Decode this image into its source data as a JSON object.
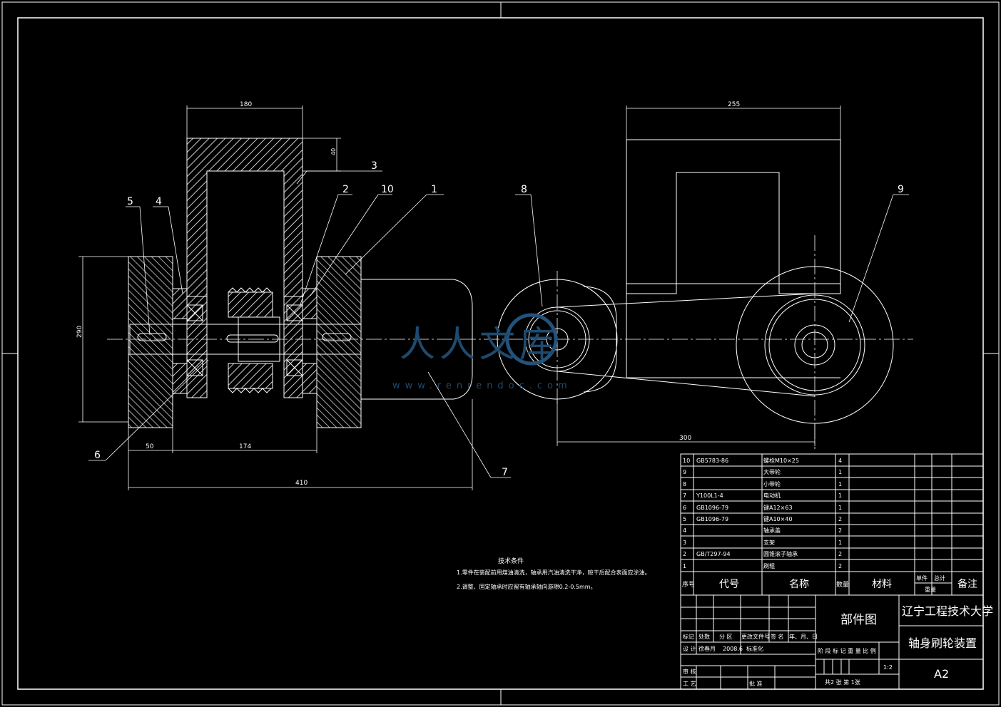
{
  "watermark": {
    "brand": "人人文库",
    "url": "www.renrendoc.com"
  },
  "dimensions": {
    "top_width_left": "180",
    "wall_thickness": "40",
    "height_left": "290",
    "left_gap": "50",
    "middle_span": "174",
    "overall_length": "410",
    "top_width_right": "255",
    "bottom_width_right": "300"
  },
  "callouts": [
    "1",
    "2",
    "3",
    "4",
    "5",
    "6",
    "7",
    "8",
    "9",
    "10"
  ],
  "tech_requirements": {
    "title": "技术条件",
    "items": [
      "1.零件在装配前用煤油清洗，轴承用汽油清洗干净，晾干后配合表面应涂油。",
      "2.调整、固定轴承时应留有轴承轴向游隙0.2-0.5mm。"
    ]
  },
  "bom": {
    "headers": {
      "no": "序号",
      "code": "代号",
      "name": "名称",
      "qty": "数量",
      "material": "材料",
      "unit_weight": "单件",
      "total_weight": "总计",
      "weight": "重量",
      "remark": "备注"
    },
    "rows": [
      {
        "no": "10",
        "code": "GB5783-86",
        "name": "螺栓M10×25",
        "qty": "4"
      },
      {
        "no": "9",
        "code": "",
        "name": "大带轮",
        "qty": "1"
      },
      {
        "no": "8",
        "code": "",
        "name": "小带轮",
        "qty": "1"
      },
      {
        "no": "7",
        "code": "Y100L1-4",
        "name": "电动机",
        "qty": "1"
      },
      {
        "no": "6",
        "code": "GB1096-79",
        "name": "键A12×63",
        "qty": "1"
      },
      {
        "no": "5",
        "code": "GB1096-79",
        "name": "键A10×40",
        "qty": "2"
      },
      {
        "no": "4",
        "code": "",
        "name": "轴承盖",
        "qty": "2"
      },
      {
        "no": "3",
        "code": "",
        "name": "支架",
        "qty": "1"
      },
      {
        "no": "2",
        "code": "GB/T297-94",
        "name": "圆锥滚子轴承",
        "qty": "2"
      },
      {
        "no": "1",
        "code": "",
        "name": "刷辊",
        "qty": "2"
      }
    ]
  },
  "title_block": {
    "drawing_type": "部件图",
    "school": "辽宁工程技术大学",
    "drawing_name": "轴身刷轮装置",
    "sheet_size": "A2",
    "scale": "1:2",
    "sheet_info": "共2 张  第 1张",
    "row_labels": [
      "标记",
      "处数",
      "分 区",
      "更改文件号",
      "签 名",
      "年、月、日"
    ],
    "design_label": "设 计",
    "designer": "徐春月",
    "design_date": "2008.6",
    "standard_label": "标准化",
    "stage_labels": "阶 段 标 记    重 量   比 例",
    "review_label": "审 核",
    "process_label": "工 艺",
    "approve_label": "批 准"
  }
}
